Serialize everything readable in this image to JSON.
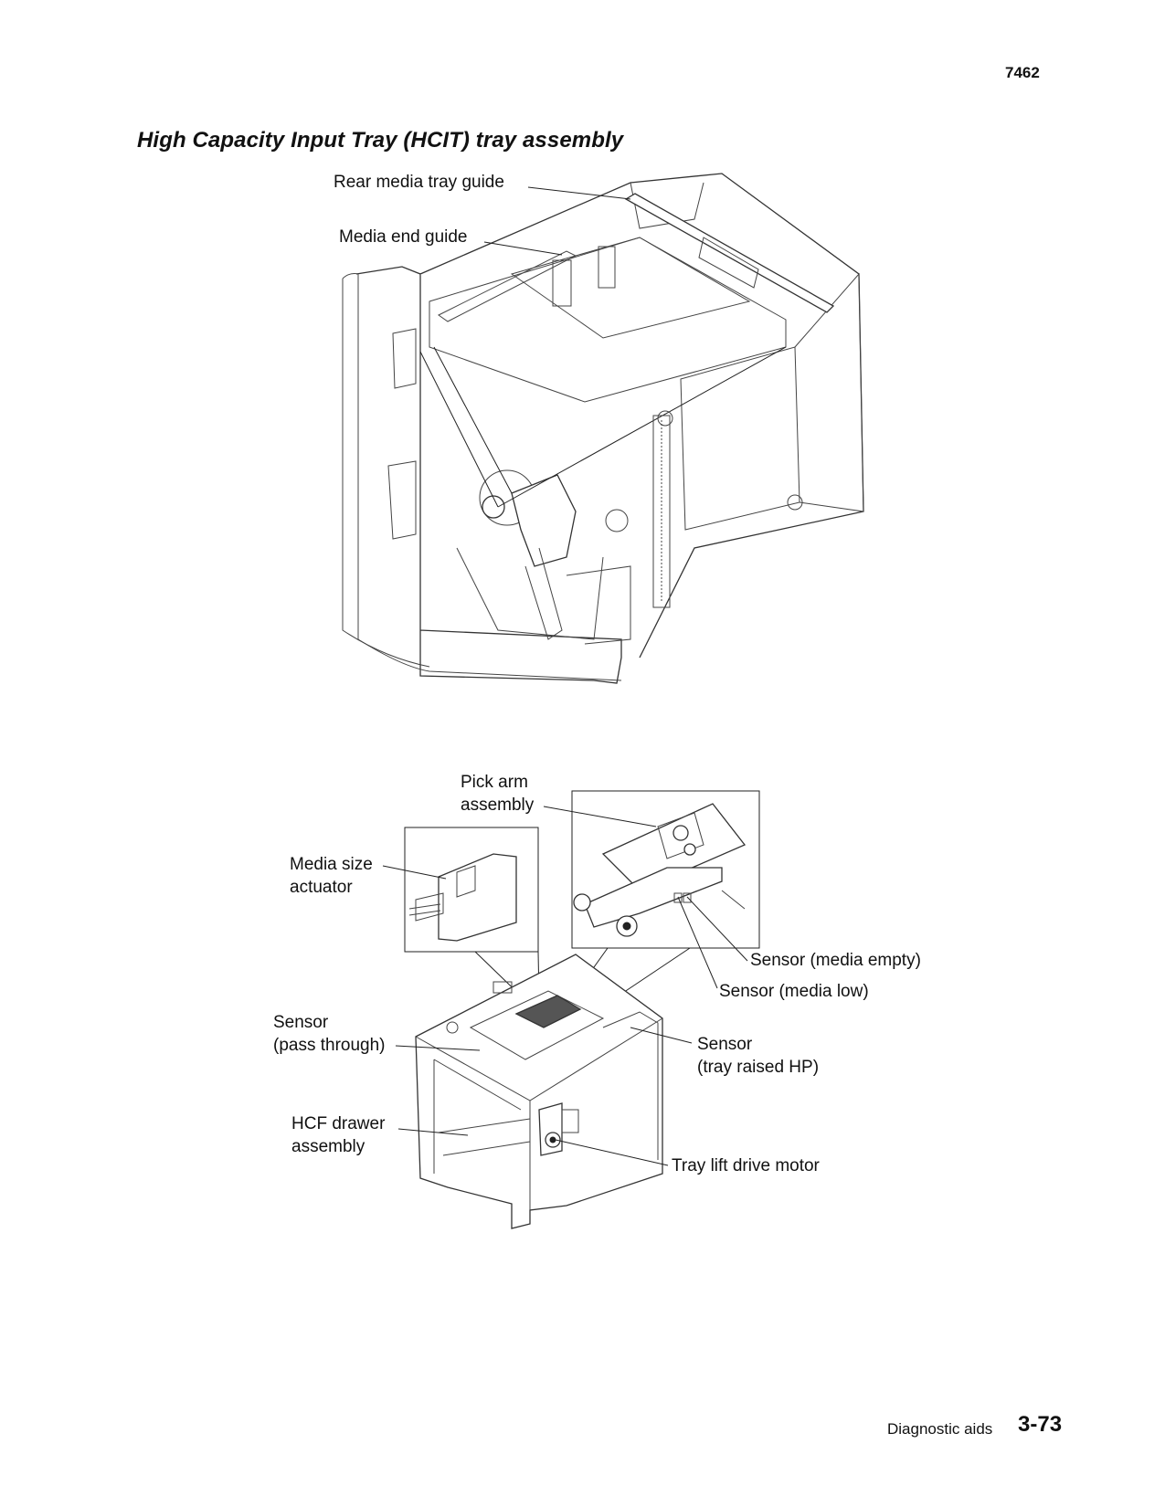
{
  "header": {
    "doc_code": "7462"
  },
  "section": {
    "title": "High Capacity Input Tray (HCIT) tray assembly"
  },
  "figure1": {
    "labels": {
      "rear_media_tray_guide": "Rear media tray guide",
      "media_end_guide": "Media end guide"
    }
  },
  "figure2": {
    "labels": {
      "pick_arm_assembly": [
        "Pick arm",
        "assembly"
      ],
      "media_size_actuator": [
        "Media size",
        "actuator"
      ],
      "sensor_media_empty": "Sensor (media empty)",
      "sensor_media_low": "Sensor (media low)",
      "sensor_pass_through": [
        "Sensor",
        "(pass through)"
      ],
      "sensor_tray_raised_hp": [
        "Sensor",
        "(tray raised HP)"
      ],
      "hcf_drawer_assembly": [
        "HCF drawer",
        "assembly"
      ],
      "tray_lift_drive_motor": "Tray lift drive motor"
    }
  },
  "footer": {
    "section_label": "Diagnostic aids",
    "page_number": "3-73"
  }
}
